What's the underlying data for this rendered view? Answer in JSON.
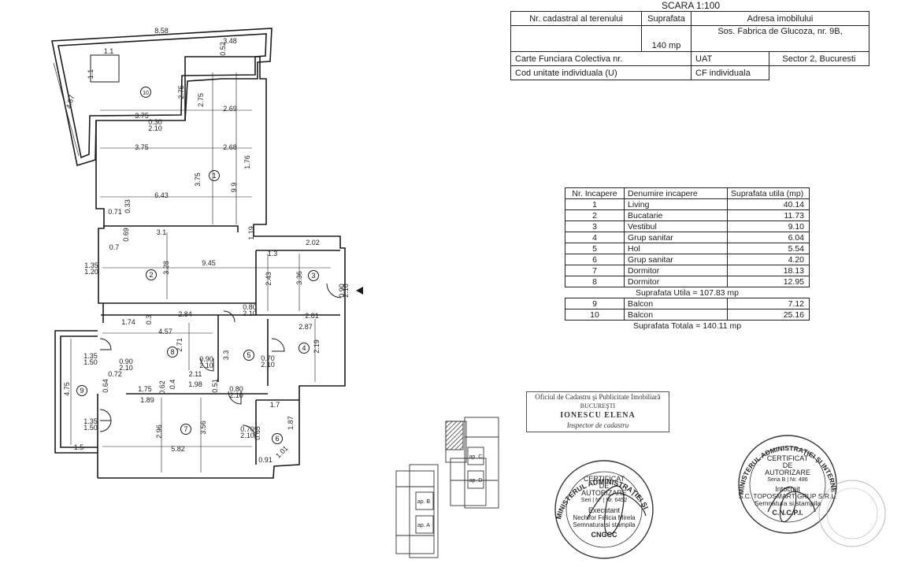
{
  "scale": "SCARA 1:100",
  "cadastre": {
    "h_nr_cad": "Nr. cadastral al terenului",
    "h_suprafata": "Suprafata",
    "h_adresa": "Adresa imobilului",
    "suprafata": "140 mp",
    "adresa": "Sos. Fabrica de Glucoza, nr. 9B,",
    "carte_funciara": "Carte Funciara Colectiva nr.",
    "uat_label": "UAT",
    "uat_value": "Sector 2, Bucuresti",
    "cod_unitate": "Cod unitate individuala (U)",
    "cf_individuala": "CF individuala"
  },
  "rooms_table": {
    "h_nr": "Nr. Incapere",
    "h_name": "Denumire incapere",
    "h_area": "Suprafata utila (mp)",
    "rows": [
      {
        "nr": "1",
        "name": "Living",
        "area": "40.14"
      },
      {
        "nr": "2",
        "name": "Bucatarie",
        "area": "11.73"
      },
      {
        "nr": "3",
        "name": "Vestibul",
        "area": "9.10"
      },
      {
        "nr": "4",
        "name": "Grup sanitar",
        "area": "6.04"
      },
      {
        "nr": "5",
        "name": "Hol",
        "area": "5.54"
      },
      {
        "nr": "6",
        "name": "Grup sanitar",
        "area": "4.20"
      },
      {
        "nr": "7",
        "name": "Dormitor",
        "area": "18.13"
      },
      {
        "nr": "8",
        "name": "Dormitor",
        "area": "12.95"
      }
    ],
    "utila": "Suprafata Utila = 107.83 mp",
    "balcony_rows": [
      {
        "nr": "9",
        "name": "Balcon",
        "area": "7.12"
      },
      {
        "nr": "10",
        "name": "Balcon",
        "area": "25.16"
      }
    ],
    "totala": "Suprafata Totala = 140.11 mp"
  },
  "plan": {
    "room_numbers": [
      "1",
      "2",
      "3",
      "4",
      "5",
      "6",
      "7",
      "8",
      "9",
      "10"
    ],
    "dims": [
      "8.58",
      "3.48",
      "1.1",
      "1.1",
      "0.52",
      "4.87",
      "3.75",
      "2.75",
      "2.75",
      "2.69",
      "3.75",
      "2.68",
      "6.43",
      "3.75",
      "9.9",
      "0.71",
      "0.33",
      "1.76",
      "3.1",
      "0.69",
      "0.7",
      "1.19",
      "1.3",
      "2.02",
      "3.28",
      "9.45",
      "2.43",
      "3.36",
      "1.35",
      "1.20",
      "0.90",
      "2.10",
      "0.80",
      "2.10",
      "1.74",
      "0.3",
      "2.84",
      "2.81",
      "2.87",
      "4.57",
      "2.71",
      "3.3",
      "2.19",
      "0.90",
      "2.10",
      "0.70",
      "2.10",
      "1.35",
      "1.50",
      "0.72",
      "2.11",
      "4.75",
      "0.64",
      "1.75",
      "0.62",
      "0.4",
      "1.98",
      "0.51",
      "0.80",
      "2.10",
      "1.89",
      "1.7",
      "1.87",
      "1.35",
      "1.50",
      "2.96",
      "3.56",
      "0.70",
      "2.10",
      "0.65",
      "1.5",
      "5.82",
      "0.91",
      "1.01",
      "0.30",
      "2.10",
      "0.90",
      "2.10"
    ],
    "entry_door": [
      "0.90",
      "2.10"
    ]
  },
  "location": {
    "labels": [
      "ap. B",
      "ap. A",
      "ap. C",
      "ap. D"
    ]
  },
  "inspector_stamp": {
    "line1": "Oficiul de Cadastru şi Publicitate Imobiliară",
    "line2": "BUCUREŞTI",
    "name": "IONESCU ELENA",
    "role": "Inspector de cadastru"
  },
  "seal_left": {
    "ring": "MINISTERUL ADMINISTRAŢIEI ŞI",
    "c1": "CERTIFICAT",
    "c2": "DE",
    "c3": "AUTORIZARE",
    "c4": "Seri | N° | Nr. 6452",
    "exec": "Executant",
    "who": "Nechifor Felicia Mirela",
    "sig": "Semnatura si stampila",
    "bottom": "CNGCC"
  },
  "seal_right": {
    "ring": "MINISTERUL ADMINISTRAŢIEI ŞI INTERNELOR",
    "c1": "CERTIFICAT",
    "c2": "DE",
    "c3": "AUTORIZARE",
    "c4": "Seria B | Nr. 486",
    "exec": "Intocmit",
    "firm": "S.C. TOPOSMART GRUP S.R.L.",
    "sig": "Semnatura si stampila",
    "bottom": "C.N.C.P.I."
  }
}
